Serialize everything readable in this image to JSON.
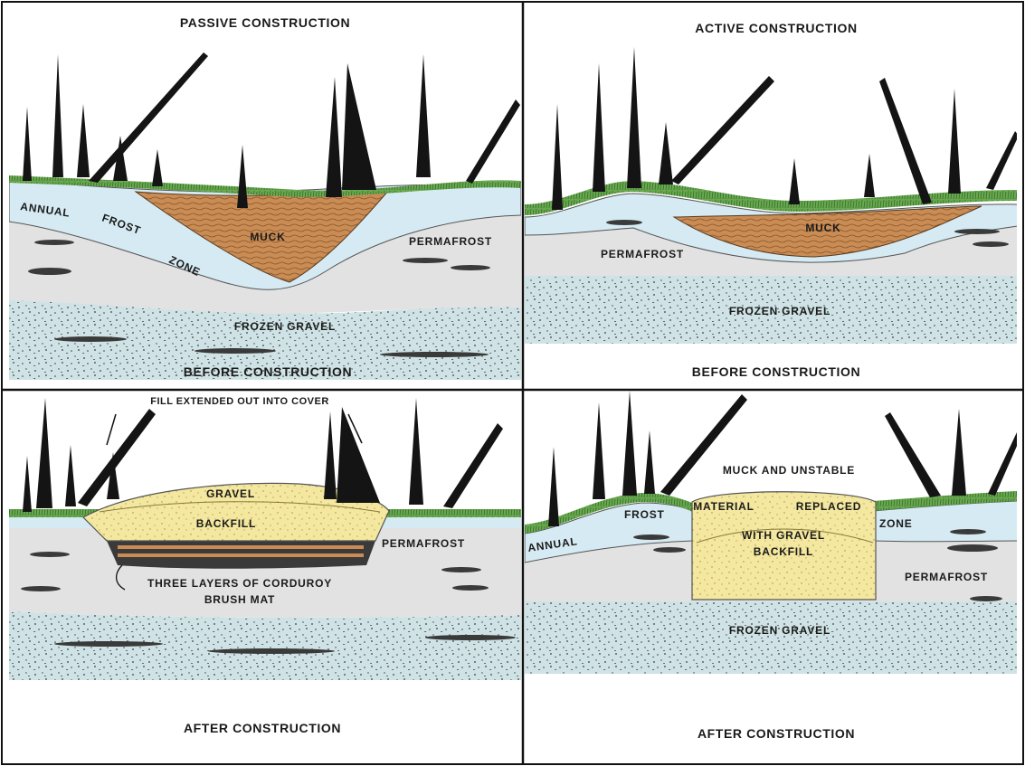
{
  "colors": {
    "frost": "#d5eaf2",
    "permafrost": "#e2e2e2",
    "gravel": "#cfe3e6",
    "muck": "#c98c55",
    "backfill": "#f4e8a0",
    "grass": "#5e9a45",
    "tree": "#141414"
  },
  "panels": {
    "passive_before": {
      "heading": "PASSIVE CONSTRUCTION",
      "caption": "BEFORE CONSTRUCTION",
      "labels": {
        "annual": "ANNUAL",
        "frost": "FROST",
        "zone": "ZONE",
        "muck": "MUCK",
        "permafrost": "PERMAFROST",
        "frozen_gravel": "FROZEN GRAVEL"
      }
    },
    "active_before": {
      "heading": "ACTIVE CONSTRUCTION",
      "caption": "BEFORE CONSTRUCTION",
      "labels": {
        "muck": "MUCK",
        "permafrost": "PERMAFROST",
        "frozen_gravel": "FROZEN GRAVEL"
      }
    },
    "passive_after": {
      "caption": "AFTER CONSTRUCTION",
      "labels": {
        "fill_note": "FILL EXTENDED OUT INTO COVER",
        "gravel": "GRAVEL",
        "backfill": "BACKFILL",
        "permafrost": "PERMAFROST",
        "corduroy_1": "THREE LAYERS OF CORDUROY",
        "corduroy_2": "BRUSH MAT"
      }
    },
    "active_after": {
      "caption": "AFTER CONSTRUCTION",
      "labels": {
        "muck_1": "MUCK AND UNSTABLE",
        "muck_2a": "MATERIAL",
        "muck_2b": "REPLACED",
        "muck_3": "WITH GRAVEL",
        "muck_4": "BACKFILL",
        "frost": "FROST",
        "zone": "ZONE",
        "annual": "ANNUAL",
        "permafrost": "PERMAFROST",
        "frozen_gravel": "FROZEN GRAVEL"
      }
    }
  }
}
